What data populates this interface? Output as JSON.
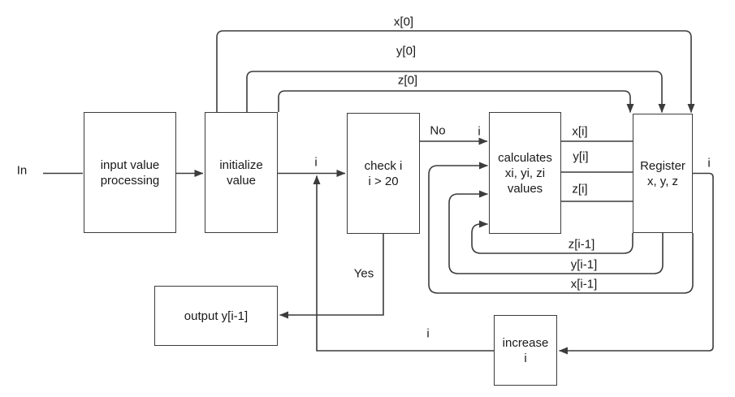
{
  "colors": {
    "stroke": "#3c3c3c",
    "text": "#191919",
    "background": "#ffffff"
  },
  "nodes": {
    "input_processing": {
      "lines": [
        "input value",
        "processing"
      ]
    },
    "initialize": {
      "lines": [
        "initialize",
        "value"
      ]
    },
    "check": {
      "lines": [
        "check i",
        "i > 20"
      ]
    },
    "calculates": {
      "lines": [
        "calculates",
        "xi, yi, zi",
        "values"
      ]
    },
    "register": {
      "lines": [
        "Register",
        "x, y, z"
      ]
    },
    "output": {
      "lines": [
        "output y[i-1]"
      ]
    },
    "increase": {
      "lines": [
        "increase",
        "i"
      ]
    }
  },
  "edge_labels": {
    "in": "In",
    "x0": "x[0]",
    "y0": "y[0]",
    "z0": "z[0]",
    "i_to_check": "i",
    "no": "No",
    "i_no": "i",
    "xi": "x[i]",
    "yi": "y[i]",
    "zi": "z[i]",
    "i_out": "i",
    "zi_prev": "z[i-1]",
    "yi_prev": "y[i-1]",
    "xi_prev": "x[i-1]",
    "yes": "Yes",
    "i_feedback": "i"
  }
}
